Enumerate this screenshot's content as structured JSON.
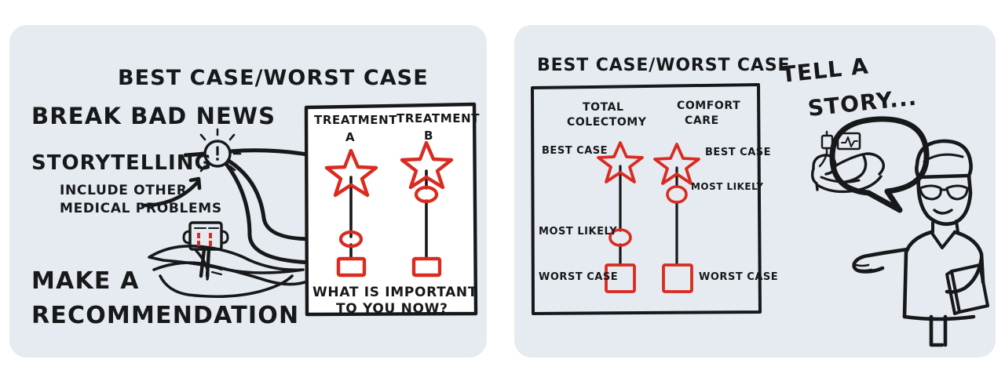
{
  "meta": {
    "colors": {
      "panel_background": "#e6eaf1",
      "ink": "#17181a",
      "accent_red": "#d92b20",
      "page_background": "#ffffff",
      "box_fill_left": "#ffffff"
    }
  },
  "left_panel": {
    "title": "BEST CASE/WORST CASE",
    "headline": "BREAK BAD NEWS",
    "step_storytelling": "STORYTELLING",
    "annotation_line1": "INCLUDE OTHER",
    "annotation_line2": "MEDICAL PROBLEMS",
    "step_recommend_line1": "MAKE A",
    "step_recommend_line2": "RECOMMENDATION",
    "diagram": {
      "columns": [
        {
          "label_line1": "TREATMENT",
          "label_line2": "A",
          "markers": [
            "star",
            "circle",
            "square"
          ]
        },
        {
          "label_line1": "TREATMENT",
          "label_line2": "B",
          "markers": [
            "star",
            "circle",
            "square"
          ]
        }
      ],
      "footer_line1": "WHAT IS IMPORTANT",
      "footer_line2": "TO YOU NOW?"
    },
    "icons": {
      "idea": "lightbulb-alert-icon",
      "bed": "patient-bed-icon",
      "pump": "iv-infusion-pump-icon"
    }
  },
  "right_panel": {
    "title": "BEST CASE/WORST CASE",
    "tell_a_story_line1": "TELL A",
    "tell_a_story_line2": "STORY...",
    "diagram": {
      "columns": [
        {
          "label_line1": "TOTAL",
          "label_line2": "COLECTOMY",
          "marker_labels": {
            "star": "BEST CASE",
            "circle": "MOST LIKELY",
            "square": "WORST CASE"
          },
          "label_side": "left"
        },
        {
          "label_line1": "COMFORT",
          "label_line2": "CARE",
          "marker_labels": {
            "star": "BEST CASE",
            "circle": "MOST LIKELY",
            "square": "WORST CASE"
          },
          "label_side": "right"
        }
      ]
    },
    "icons": {
      "speech_bubble": "speech-bubble-icon",
      "bubble_scene": "patient-in-bed-with-monitor-icon",
      "doctor": "doctor-figure-icon",
      "clipboard": "clipboard-icon"
    }
  }
}
